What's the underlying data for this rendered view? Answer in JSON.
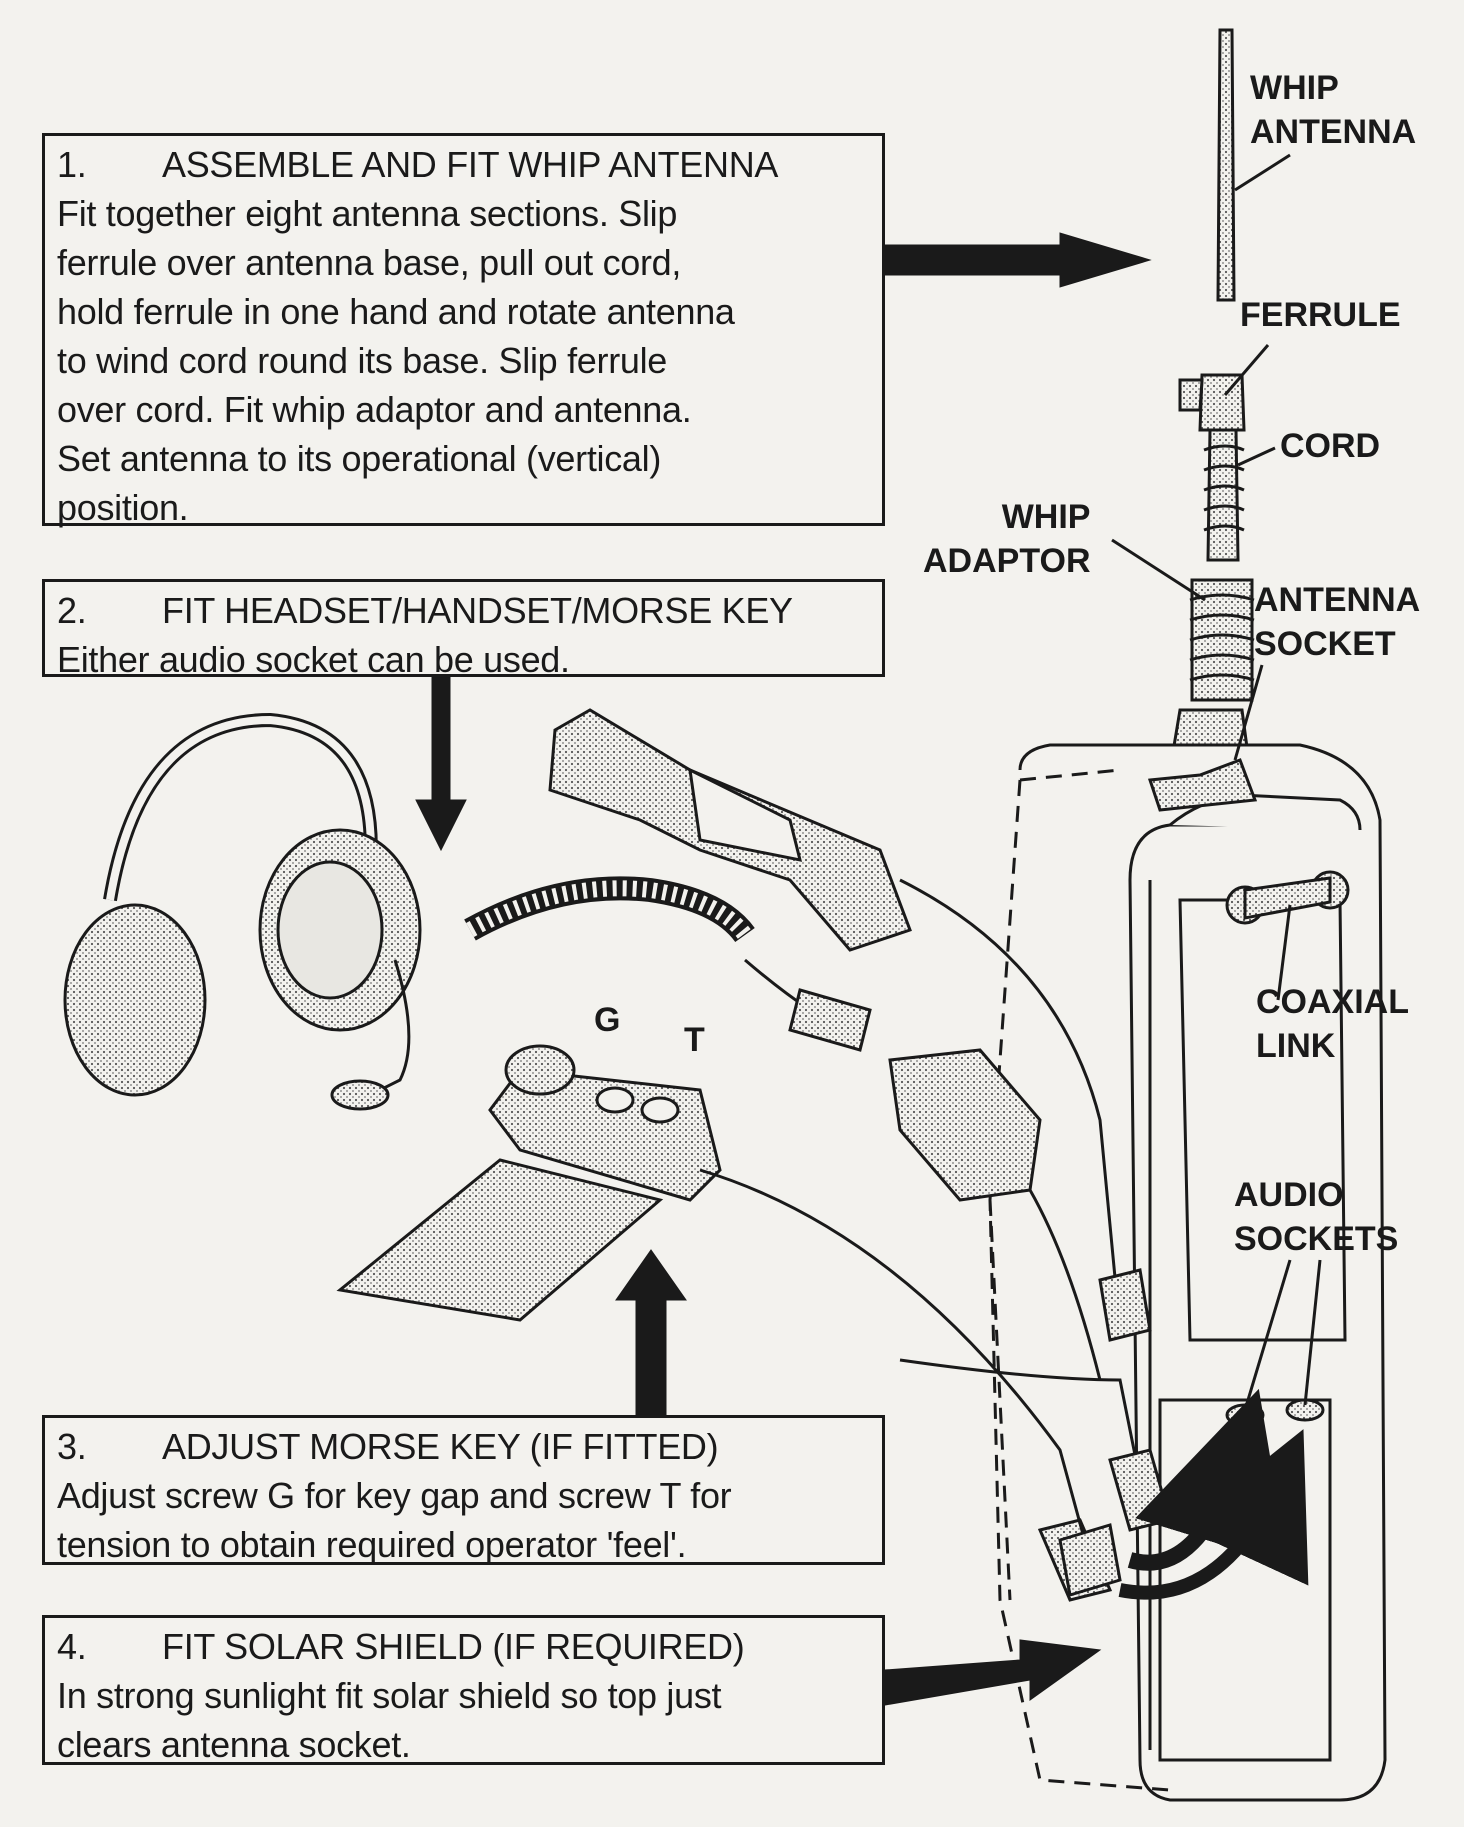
{
  "steps": [
    {
      "number": "1.",
      "title": "ASSEMBLE AND FIT WHIP ANTENNA",
      "lines": [
        "Fit together eight antenna sections.  Slip",
        "ferrule over antenna base, pull out cord,",
        "hold ferrule in one hand and rotate antenna",
        "to wind cord round its base.  Slip ferrule",
        "over cord.  Fit whip adaptor and antenna.",
        "Set antenna to its operational (vertical)",
        "position."
      ]
    },
    {
      "number": "2.",
      "title": "FIT HEADSET/HANDSET/MORSE KEY",
      "lines": [
        "Either audio socket can be used."
      ]
    },
    {
      "number": "3.",
      "title": "ADJUST MORSE KEY (IF FITTED)",
      "lines": [
        "Adjust screw G for key gap and screw T for",
        "tension to obtain required operator 'feel'."
      ]
    },
    {
      "number": "4.",
      "title": "FIT SOLAR SHIELD (IF REQUIRED)",
      "lines": [
        "In strong sunlight fit solar shield so top just",
        "clears antenna socket."
      ]
    }
  ],
  "labels": {
    "whip_antenna": [
      "WHIP",
      "ANTENNA"
    ],
    "ferrule": [
      "FERRULE"
    ],
    "cord": [
      "CORD"
    ],
    "whip_adaptor": [
      "WHIP",
      "ADAPTOR"
    ],
    "antenna_socket": [
      "ANTENNA",
      "SOCKET"
    ],
    "coaxial_link": [
      "COAXIAL",
      "LINK"
    ],
    "audio_sockets": [
      "AUDIO",
      "SOCKETS"
    ],
    "screw_g": "G",
    "screw_t": "T"
  }
}
